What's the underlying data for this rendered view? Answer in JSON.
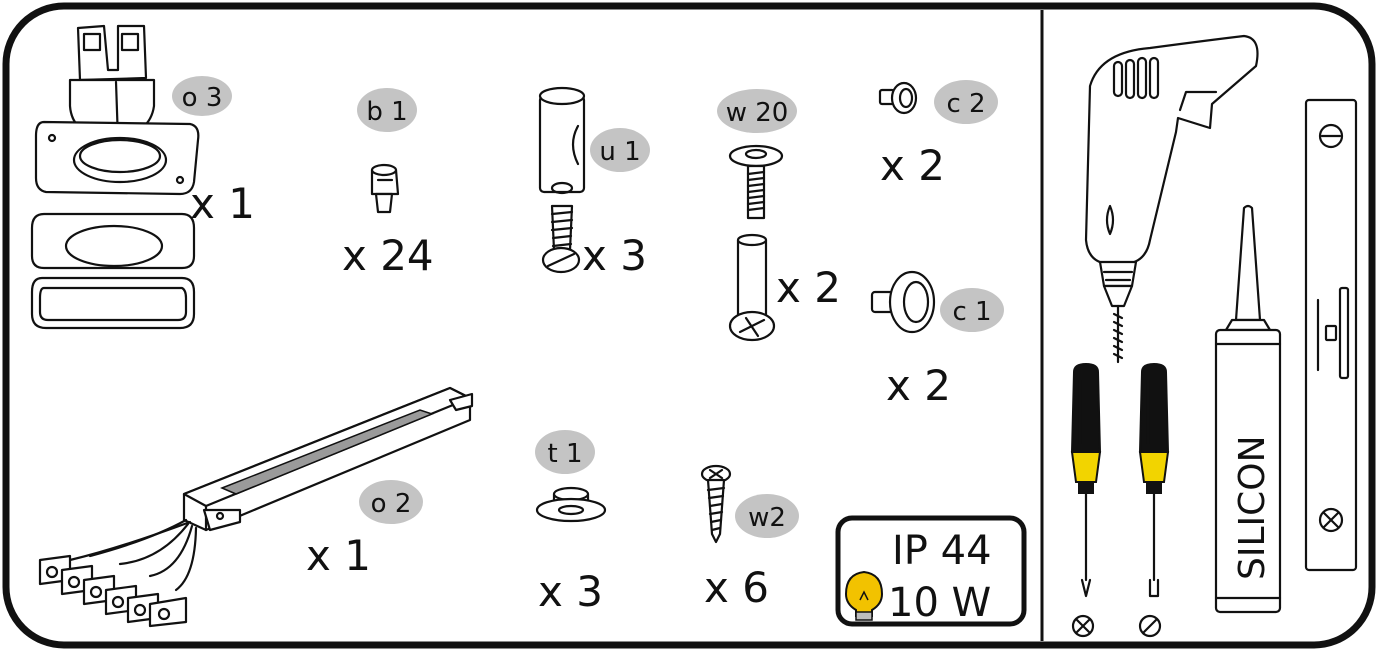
{
  "colors": {
    "badge": "#c4c4c4",
    "stroke": "#111111",
    "label_fill": "#9a9a9a",
    "bulb": "#f2c200",
    "handle_yellow": "#f2d400"
  },
  "parts": [
    {
      "code": "o 3",
      "qty": "x 1"
    },
    {
      "code": "b 1",
      "qty": "x 24"
    },
    {
      "code": "u 1",
      "qty": "x 3"
    },
    {
      "code": "w 20",
      "qty": "x 2"
    },
    {
      "code": "c 2",
      "qty": "x 2"
    },
    {
      "code": "c 1",
      "qty": "x 2"
    },
    {
      "code": "o 2",
      "qty": "x 1"
    },
    {
      "code": "t 1",
      "qty": "x 3"
    },
    {
      "code": "w2",
      "qty": "x 6"
    }
  ],
  "rating": {
    "ip": "IP 44",
    "power": "10 W"
  },
  "tools": {
    "sealant_label": "SILICON"
  },
  "icons": [
    "drill-icon",
    "phillips-screwdriver-icon",
    "flat-screwdriver-icon",
    "spirit-level-icon",
    "silicone-cartridge-icon",
    "light-bulb-icon"
  ]
}
